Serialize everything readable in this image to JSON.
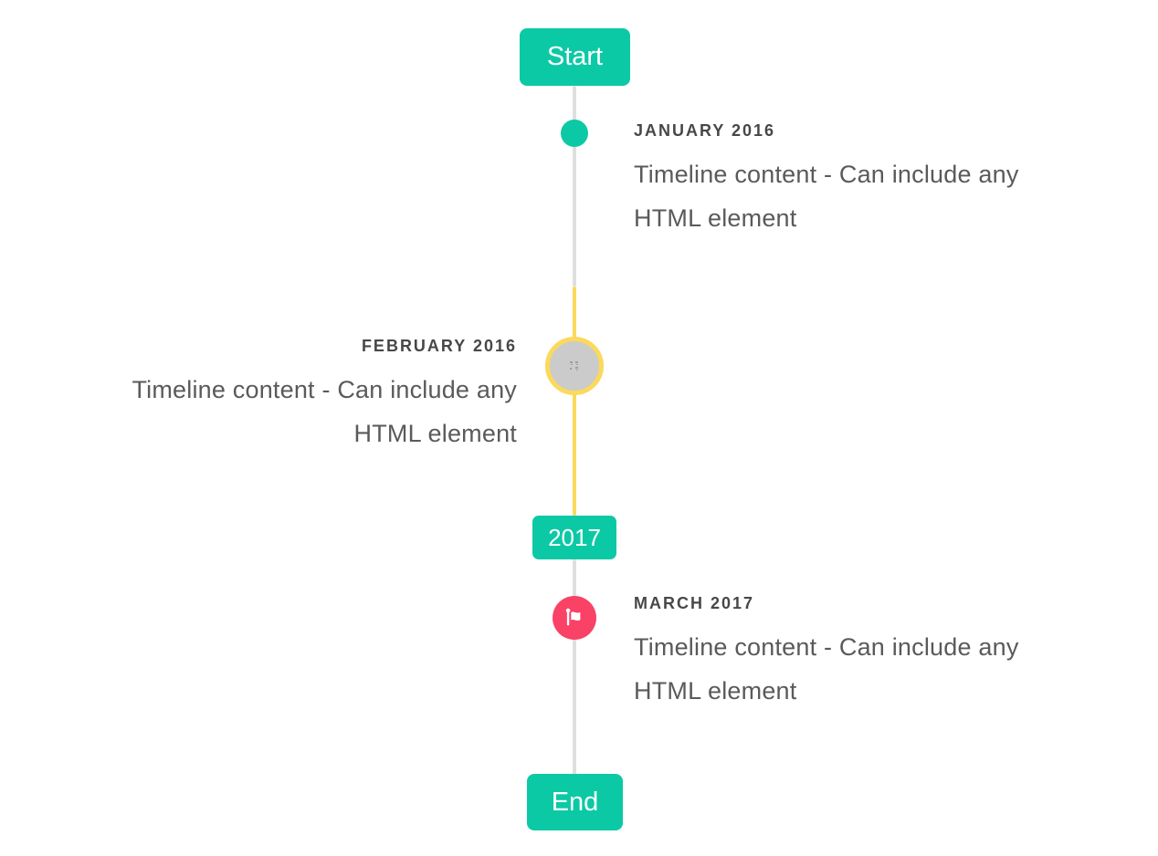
{
  "timeline": {
    "start_label": "Start",
    "end_label": "End",
    "year_badge": "2017",
    "items": [
      {
        "title": "JANUARY 2016",
        "content_lines": [
          "Timeline content - Can include any",
          "HTML element"
        ],
        "side": "right",
        "marker_icon": "teal-dot-icon",
        "marker_color": "#0cc9a5"
      },
      {
        "title": "FEBRUARY 2016",
        "content_lines": [
          "Timeline content - Can include any",
          "HTML element"
        ],
        "side": "left",
        "marker_icon": "broken-image-icon",
        "marker_color": "#cbcbcb",
        "marker_ring_color": "#fad95c"
      },
      {
        "title": "MARCH 2017",
        "content_lines": [
          "Timeline content - Can include any",
          "HTML element"
        ],
        "side": "right",
        "marker_icon": "flag-icon",
        "marker_color": "#f94266"
      }
    ],
    "colors": {
      "accent_teal": "#0cc9a5",
      "highlight_yellow": "#fad95c",
      "flag_red": "#f94266",
      "line_gray": "#dfdfdf",
      "avatar_gray": "#cbcbcb",
      "title_text": "#474747",
      "content_text": "#5a5a5a"
    }
  }
}
